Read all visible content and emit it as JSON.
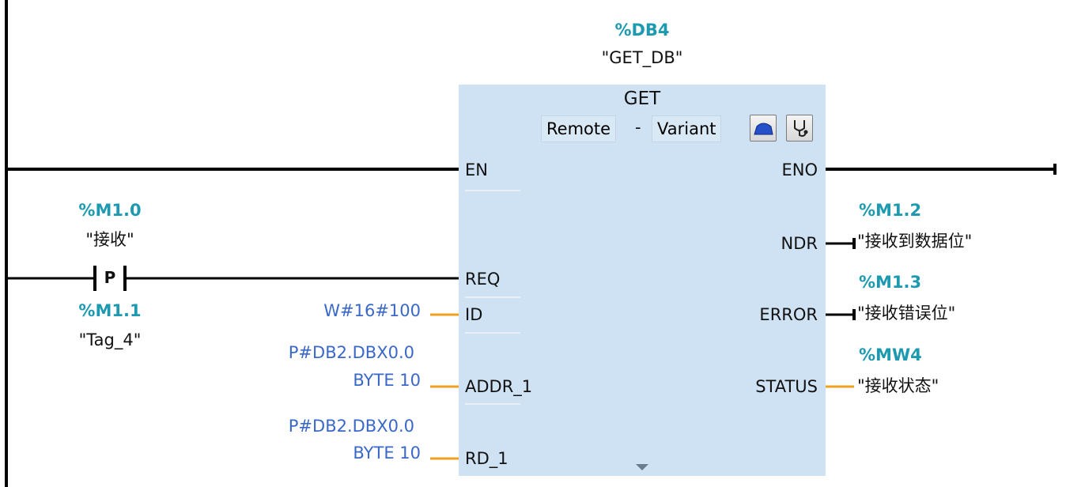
{
  "instance": {
    "address": "%DB4",
    "name": "\"GET_DB\""
  },
  "block": {
    "title": "GET",
    "param1": "Remote",
    "dash": "-",
    "param2": "Variant",
    "icons": [
      "remote-connection-icon",
      "diagnostics-stethoscope-icon"
    ],
    "inputs": [
      "EN",
      "REQ",
      "ID",
      "ADDR_1",
      "RD_1"
    ],
    "outputs": [
      "ENO",
      "NDR",
      "ERROR",
      "STATUS"
    ]
  },
  "contact": {
    "type": "P",
    "operand_address": "%M1.0",
    "operand_name": "\"接收\"",
    "edge_address": "%M1.1",
    "edge_name": "\"Tag_4\""
  },
  "input_values": {
    "id": "W#16#100",
    "addr1_line1": "P#DB2.DBX0.0",
    "addr1_line2": "BYTE 10",
    "rd1_line1": "P#DB2.DBX0.0",
    "rd1_line2": "BYTE 10"
  },
  "output_values": {
    "ndr_address": "%M1.2",
    "ndr_name": "\"接收到数据位\"",
    "error_address": "%M1.3",
    "error_name": "\"接收错误位\"",
    "status_address": "%MW4",
    "status_name": "\"接收状态\""
  },
  "colors": {
    "address": "#1d9ab0",
    "constant": "#3a68c8",
    "wire": "#000000",
    "data_wire": "#f0a020",
    "block_fill": "#cfe2f3"
  }
}
